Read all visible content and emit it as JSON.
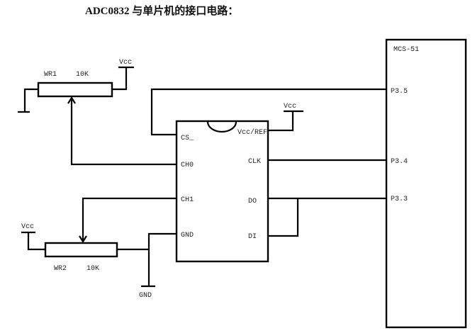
{
  "title": "ADC0832 与单片机的接口电路：",
  "adc": {
    "pins_left": [
      "CS_",
      "CH0",
      "CH1",
      "GND"
    ],
    "pins_right": [
      "Vcc/REF",
      "CLK",
      "DO",
      "DI"
    ]
  },
  "mcu": {
    "name": "MCS-51",
    "pins": [
      "P3.5",
      "P3.4",
      "P3.3"
    ]
  },
  "pot1": {
    "name": "WR1",
    "value": "10K"
  },
  "pot2": {
    "name": "WR2",
    "value": "10K"
  },
  "supply": {
    "vcc": "Vcc",
    "gnd": "GND"
  },
  "colors": {
    "line": "#000000",
    "text": "#222222"
  }
}
